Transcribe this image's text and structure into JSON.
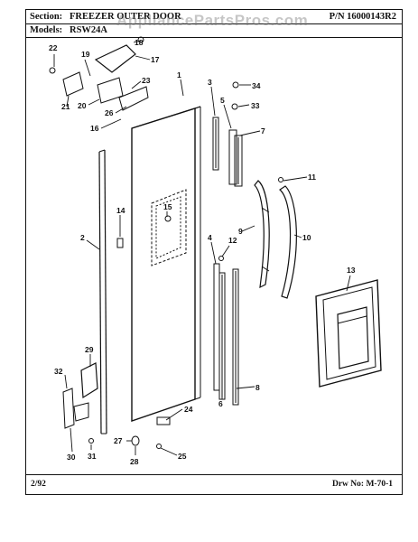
{
  "header": {
    "section_label": "Section:",
    "section_value": "FREEZER OUTER DOOR",
    "part_number": "P/N 16000143R2",
    "models_label": "Models:",
    "models_value": "RSW24A"
  },
  "watermark": "AppliancePartsPros.com",
  "footer": {
    "date": "2/92",
    "drawing_number": "Drw No: M-70-1"
  },
  "callouts": [
    "1",
    "2",
    "3",
    "4",
    "5",
    "6",
    "7",
    "8",
    "9",
    "10",
    "11",
    "12",
    "13",
    "14",
    "15",
    "16",
    "17",
    "18",
    "19",
    "20",
    "21",
    "22",
    "23",
    "24",
    "25",
    "26",
    "27",
    "28",
    "29",
    "30",
    "31",
    "32",
    "33",
    "34"
  ],
  "colors": {
    "ink": "#111111",
    "paper": "#ffffff",
    "watermark": "#787878"
  }
}
